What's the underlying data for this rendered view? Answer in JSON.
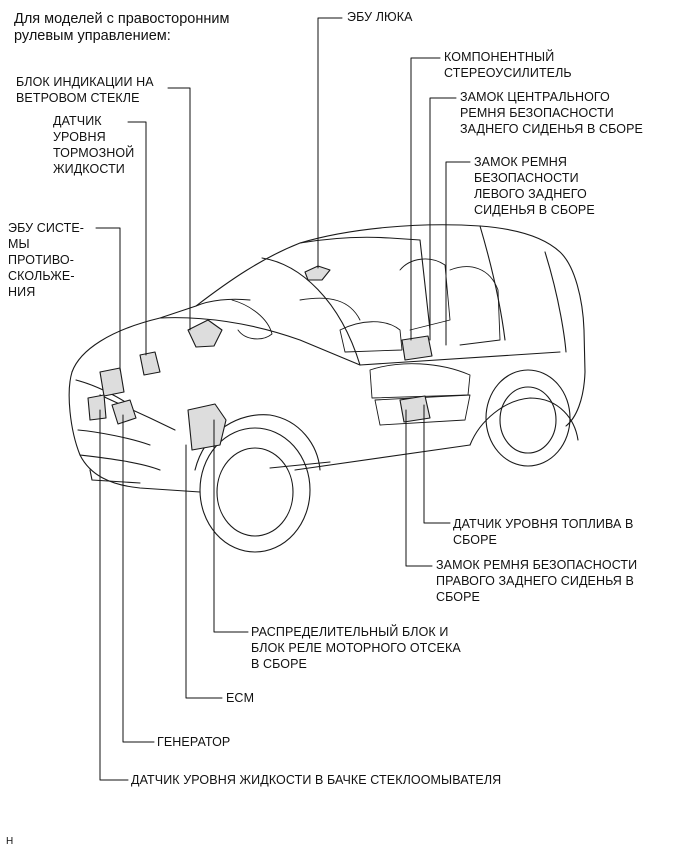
{
  "title": "Для моделей с правосторонним\nрулевым управлением:",
  "labels": {
    "sunroof_ecu": "ЭБУ ЛЮКА",
    "stereo_amp": "КОМПОНЕНТНЫЙ\nСТЕРЕОУСИЛИТЕЛЬ",
    "center_rear_buckle": "ЗАМОК ЦЕНТРАЛЬНОГО\nРЕМНЯ БЕЗОПАСНОСТИ\nЗАДНЕГО СИДЕНЬЯ В СБОРЕ",
    "left_rear_buckle": "ЗАМОК РЕМНЯ\nБЕЗОПАСНОСТИ\nЛЕВОГО ЗАДНЕГО\nСИДЕНЬЯ В СБОРЕ",
    "hud": "БЛОК ИНДИКАЦИИ НА\nВЕТРОВОМ СТЕКЛЕ",
    "brake_fluid_sensor": "ДАТЧИК\nУРОВНЯ\nТОРМОЗНОЙ\nЖИДКОСТИ",
    "skid_control_ecu": "ЭБУ СИСТЕ-\nМЫ\nПРОТИВО-\nСКОЛЬЖЕ-\nНИЯ",
    "fuel_sensor": "ДАТЧИК УРОВНЯ ТОПЛИВА В\nСБОРЕ",
    "right_rear_buckle": "ЗАМОК РЕМНЯ БЕЗОПАСНОСТИ\nПРАВОГО ЗАДНЕГО СИДЕНЬЯ В\nСБОРЕ",
    "relay_block": "РАСПРЕДЕЛИТЕЛЬНЫЙ БЛОК И\nБЛОК РЕЛЕ МОТОРНОГО ОТСЕКА\nВ СБОРЕ",
    "ecm": "ECM",
    "generator": "ГЕНЕРАТОР",
    "washer_sensor": "ДАТЧИК УРОВНЯ ЖИДКОСТИ В БАЧКЕ СТЕКЛООМЫВАТЕЛЯ"
  },
  "footer": "H"
}
